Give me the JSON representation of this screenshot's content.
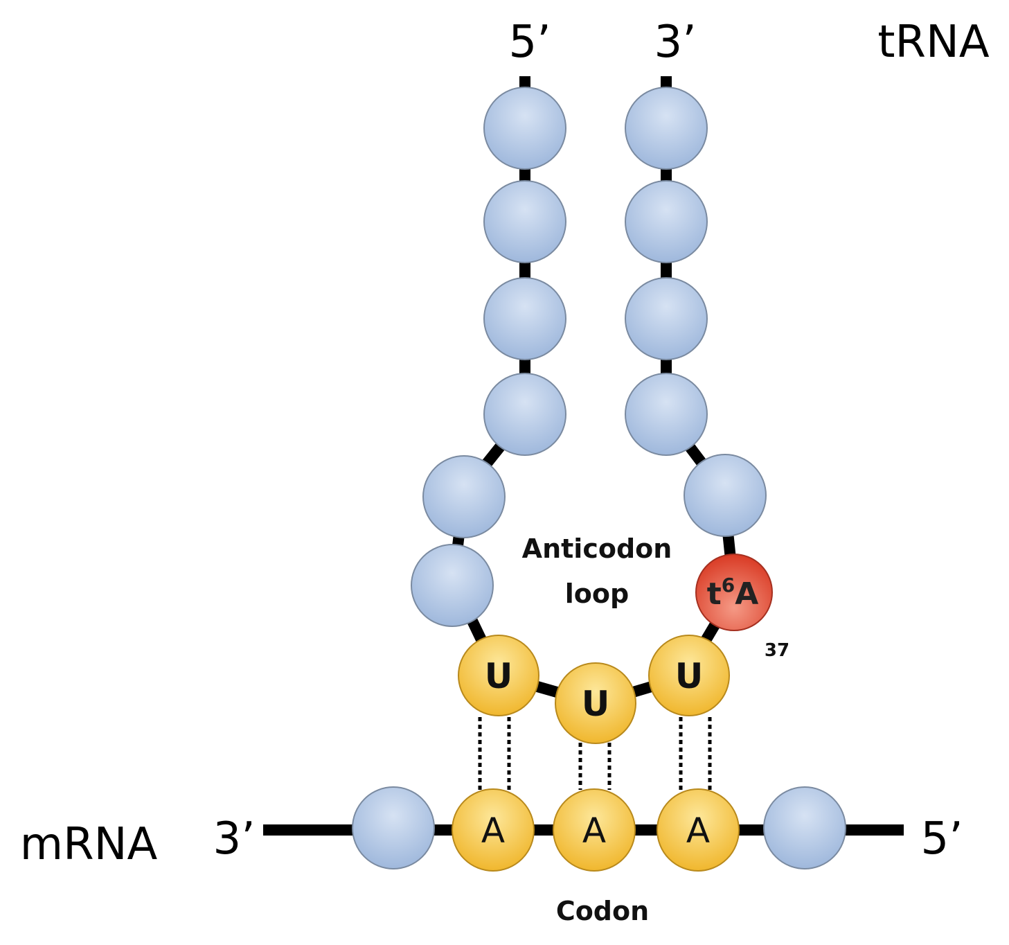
{
  "trna": {
    "label": "tRNA",
    "end_5": "5’",
    "end_3": "3’"
  },
  "mrna": {
    "label": "mRNA",
    "end_3": "3’",
    "end_5": "5’"
  },
  "anticodon": {
    "loop_line1": "Anticodon",
    "loop_line2": "loop",
    "bases": [
      "U",
      "U",
      "U"
    ]
  },
  "modification": {
    "base": "t",
    "superscript": "6",
    "suffix": "A",
    "position": "37"
  },
  "codon": {
    "label": "Codon",
    "bases": [
      "A",
      "A",
      "A"
    ]
  },
  "colors": {
    "nucleotide_fill": "#b9cde8",
    "nucleotide_stroke": "#7a8aa0",
    "anticodon_fill": "#f5c64a",
    "modified_fill": "#e04530",
    "backbone": "#000000"
  }
}
